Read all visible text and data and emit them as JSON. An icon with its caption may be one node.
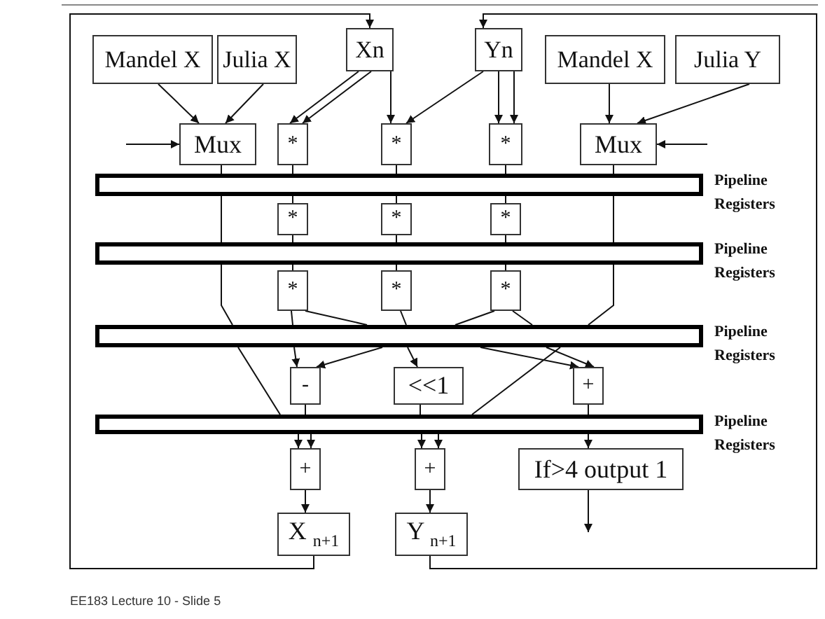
{
  "diagram": {
    "nodes": [
      {
        "text": [
          "Mandel X"
        ]
      },
      {
        "text": [
          "Julia X"
        ]
      },
      {
        "text": [
          "Xn"
        ]
      },
      {
        "text": [
          "Yn"
        ]
      },
      {
        "text": [
          "Mandel X"
        ]
      },
      {
        "text": [
          "Julia Y"
        ]
      },
      {
        "text": [
          "Mux"
        ]
      },
      {
        "text": [
          "*"
        ]
      },
      {
        "text": [
          "*"
        ]
      },
      {
        "text": [
          "*"
        ]
      },
      {
        "text": [
          "Mux"
        ]
      },
      {
        "text": [],
        "shape": "bar",
        "beside": [
          "Pipeline Registers"
        ]
      },
      {
        "text": [
          "*"
        ]
      },
      {
        "text": [
          "*"
        ]
      },
      {
        "text": [
          "*"
        ]
      },
      {
        "text": [],
        "shape": "bar",
        "beside": [
          "Pipeline Registers"
        ]
      },
      {
        "text": [
          "*"
        ]
      },
      {
        "text": [
          "*"
        ]
      },
      {
        "text": [
          "*"
        ]
      },
      {
        "text": [],
        "shape": "bar",
        "beside": [
          "Pipeline Registers"
        ]
      },
      {
        "text": [
          "-"
        ]
      },
      {
        "text": [
          "<<1"
        ]
      },
      {
        "text": [
          "+"
        ]
      },
      {
        "text": [],
        "shape": "bar",
        "beside": [
          "Pipeline Registers"
        ]
      },
      {
        "text": [
          "+"
        ]
      },
      {
        "text": [
          "+"
        ]
      },
      {
        "text": [
          "If>4 output 1"
        ]
      },
      {
        "text": [
          "X $_{n+1}$"
        ]
      },
      {
        "text": [
          "Y $_{n+1}$"
        ]
      }
    ],
    "edges": [
      {
        "from": 0,
        "to": 6,
        "arrow": "to"
      },
      {
        "from": 1,
        "to": 6,
        "arrow": "to"
      },
      {
        "from": 2,
        "to": 7,
        "arrow": "to"
      },
      {
        "from": 2,
        "to": 7,
        "arrow": "to"
      },
      {
        "from": 2,
        "to": 8,
        "arrow": "to"
      },
      {
        "from": 3,
        "to": 8,
        "arrow": "to"
      },
      {
        "from": 3,
        "to": 9,
        "arrow": "to"
      },
      {
        "from": 3,
        "to": 9,
        "arrow": "to"
      },
      {
        "from": 4,
        "to": 10,
        "arrow": "to"
      },
      {
        "from": 5,
        "to": 10,
        "arrow": "to"
      },
      {
        "from": null,
        "to": 6,
        "arrow": "to"
      },
      {
        "from": null,
        "to": 10,
        "arrow": "to"
      },
      {
        "from": 6,
        "to": 11,
        "arrow": "none"
      },
      {
        "from": 7,
        "to": 11,
        "arrow": "none"
      },
      {
        "from": 8,
        "to": 11,
        "arrow": "none"
      },
      {
        "from": 9,
        "to": 11,
        "arrow": "none"
      },
      {
        "from": 10,
        "to": 11,
        "arrow": "none"
      },
      {
        "from": 11,
        "to": 12,
        "arrow": "none"
      },
      {
        "from": 11,
        "to": 13,
        "arrow": "none"
      },
      {
        "from": 11,
        "to": 14,
        "arrow": "none"
      },
      {
        "from": 11,
        "to": 15,
        "arrow": "none"
      },
      {
        "from": 11,
        "to": 15,
        "arrow": "none"
      },
      {
        "from": 12,
        "to": 15,
        "arrow": "none"
      },
      {
        "from": 13,
        "to": 15,
        "arrow": "none"
      },
      {
        "from": 14,
        "to": 15,
        "arrow": "none"
      },
      {
        "from": 15,
        "to": 16,
        "arrow": "none"
      },
      {
        "from": 15,
        "to": 17,
        "arrow": "none"
      },
      {
        "from": 15,
        "to": 18,
        "arrow": "none"
      },
      {
        "from": 15,
        "to": 19,
        "arrow": "none"
      },
      {
        "from": 15,
        "to": 19,
        "arrow": "none"
      },
      {
        "from": 16,
        "to": 19,
        "arrow": "none"
      },
      {
        "from": 16,
        "to": 19,
        "arrow": "none"
      },
      {
        "from": 17,
        "to": 19,
        "arrow": "none"
      },
      {
        "from": 18,
        "to": 19,
        "arrow": "none"
      },
      {
        "from": 18,
        "to": 19,
        "arrow": "none"
      },
      {
        "from": 19,
        "to": 20,
        "arrow": "to"
      },
      {
        "from": 19,
        "to": 20,
        "arrow": "to"
      },
      {
        "from": 19,
        "to": 21,
        "arrow": "to"
      },
      {
        "from": 19,
        "to": 22,
        "arrow": "to"
      },
      {
        "from": 19,
        "to": 22,
        "arrow": "to"
      },
      {
        "from": 19,
        "to": 23,
        "arrow": "none"
      },
      {
        "from": 19,
        "to": 23,
        "arrow": "none"
      },
      {
        "from": 20,
        "to": 23,
        "arrow": "none"
      },
      {
        "from": 21,
        "to": 23,
        "arrow": "none"
      },
      {
        "from": 22,
        "to": 23,
        "arrow": "none"
      },
      {
        "from": 23,
        "to": 24,
        "arrow": "to"
      },
      {
        "from": 23,
        "to": 24,
        "arrow": "to"
      },
      {
        "from": 23,
        "to": 25,
        "arrow": "to"
      },
      {
        "from": 23,
        "to": 25,
        "arrow": "to"
      },
      {
        "from": 23,
        "to": 26,
        "arrow": "to"
      },
      {
        "from": 24,
        "to": 27,
        "arrow": "to"
      },
      {
        "from": 25,
        "to": 28,
        "arrow": "to"
      },
      {
        "from": 26,
        "to": null,
        "arrow": "to"
      },
      {
        "from": 27,
        "to": 2,
        "arrow": "to"
      },
      {
        "from": 28,
        "to": 3,
        "arrow": "to"
      }
    ],
    "labels": [
      "EE183 Lecture 10 - Slide 5"
    ]
  }
}
